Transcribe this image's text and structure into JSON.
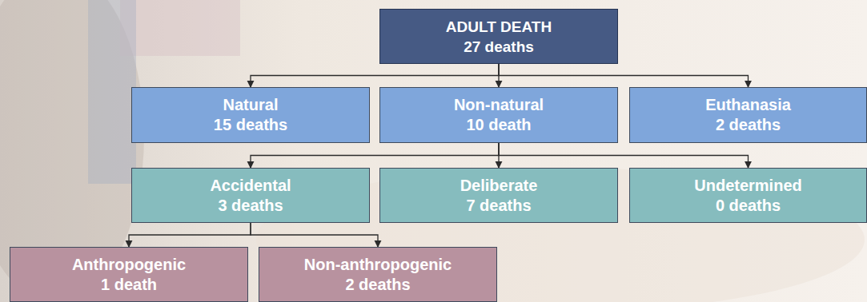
{
  "diagram": {
    "nodes": [
      {
        "text": [
          "ADULT DEATH",
          "27 deaths"
        ]
      },
      {
        "text": [
          "Natural",
          "15 deaths"
        ]
      },
      {
        "text": [
          "Non-natural",
          "10 death"
        ]
      },
      {
        "text": [
          "Euthanasia",
          "2 deaths"
        ]
      },
      {
        "text": [
          "Accidental",
          "3 deaths"
        ]
      },
      {
        "text": [
          "Deliberate",
          "7 deaths"
        ]
      },
      {
        "text": [
          "Undetermined",
          "0 deaths"
        ]
      },
      {
        "text": [
          "Anthropogenic",
          "1 death"
        ]
      },
      {
        "text": [
          "Non-anthropogenic",
          "2 deaths"
        ]
      }
    ],
    "edges": [
      {
        "from": 0,
        "to": 1,
        "arrow": "to"
      },
      {
        "from": 0,
        "to": 2,
        "arrow": "to"
      },
      {
        "from": 0,
        "to": 3,
        "arrow": "to"
      },
      {
        "from": 2,
        "to": 4,
        "arrow": "to"
      },
      {
        "from": 2,
        "to": 5,
        "arrow": "to"
      },
      {
        "from": 2,
        "to": 6,
        "arrow": "to"
      },
      {
        "from": 4,
        "to": 7,
        "arrow": "to"
      },
      {
        "from": 4,
        "to": 8,
        "arrow": "to"
      }
    ]
  }
}
